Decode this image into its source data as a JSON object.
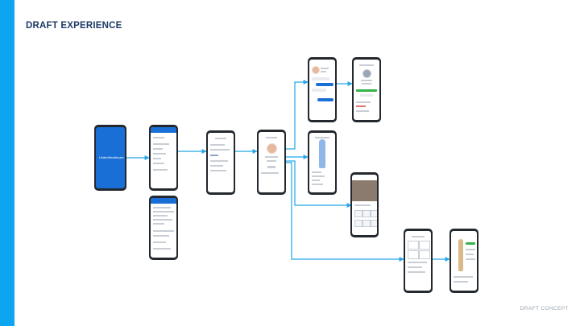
{
  "slide": {
    "title": "DRAFT EXPERIENCE",
    "footer": "DRAFT CONCEPT",
    "accent_color": "#0ea5f0",
    "title_color": "#1c3a66"
  },
  "screens": [
    {
      "id": "splash",
      "kind": "splash-screen",
      "logo_text": "UnitedHealthcare"
    },
    {
      "id": "menu",
      "kind": "menu-screen"
    },
    {
      "id": "form",
      "kind": "form-screen"
    },
    {
      "id": "list",
      "kind": "list-screen"
    },
    {
      "id": "profile",
      "kind": "profile-screen"
    },
    {
      "id": "chat",
      "kind": "chat-screen"
    },
    {
      "id": "doctor",
      "kind": "doctor-detail-screen"
    },
    {
      "id": "body-map",
      "kind": "body-map-screen"
    },
    {
      "id": "gallery",
      "kind": "photo-gallery-screen"
    },
    {
      "id": "dashboard",
      "kind": "dashboard-screen"
    },
    {
      "id": "avatar",
      "kind": "avatar-screen"
    }
  ],
  "connectors": [
    {
      "from": "splash",
      "to": "menu"
    },
    {
      "from": "menu",
      "to": "list"
    },
    {
      "from": "list",
      "to": "profile"
    },
    {
      "from": "profile",
      "to": "chat"
    },
    {
      "from": "chat",
      "to": "doctor"
    },
    {
      "from": "profile",
      "to": "body-map"
    },
    {
      "from": "profile",
      "to": "gallery"
    },
    {
      "from": "profile",
      "to": "dashboard"
    },
    {
      "from": "dashboard",
      "to": "avatar"
    }
  ]
}
